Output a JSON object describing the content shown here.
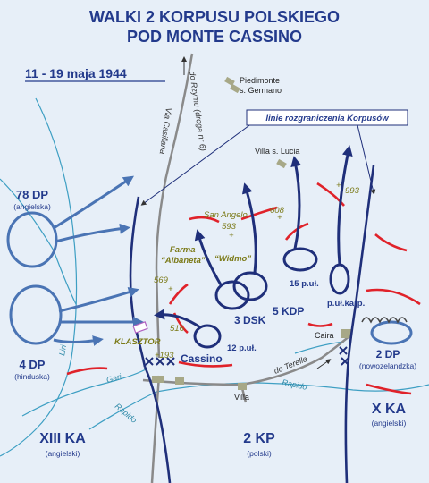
{
  "title": {
    "line1": "WALKI 2 KORPUSU POLSKIEGO",
    "line2": "POD MONTE CASSINO"
  },
  "dates": "11 - 19 maja 1944",
  "boundary_label": "linie rozgraniczenia Korpusów",
  "roads": {
    "rzym": "do Rzymu (droga nr 6)",
    "via_casiliana": "Via Casiliana",
    "terelle": "do Terelle"
  },
  "places": {
    "piedimonte_1": "Piedimonte",
    "piedimonte_2": "s. Germano",
    "villa_lucia": "Villa s. Lucia",
    "cassino": "Cassino",
    "caira": "Caira",
    "villa": "Villa",
    "klasztor": "KLASZTOR",
    "farma_1": "Farma",
    "farma_2": "“Albaneta”",
    "widmo": "“Widmo”"
  },
  "hills": {
    "san_angelo": "San Angelo",
    "h593": "593",
    "h608": "608",
    "h993": "993",
    "h569": "569",
    "h516": "516",
    "h193": "+193"
  },
  "units": {
    "dp78": "78 DP",
    "dp78_sub": "(angielska)",
    "dp4": "4 DP",
    "dp4_sub": "(hinduska)",
    "dsk3": "3 DSK",
    "kdp5": "5 KDP",
    "pul15": "15 p.uł.",
    "pulkarp": "p.uł.karp.",
    "pul12": "12 p.uł.",
    "dp2": "2 DP",
    "dp2_sub": "(nowozelandzka)",
    "xka": "X KA",
    "xka_sub": "(angielski)",
    "xiiika": "XIII KA",
    "xiiika_sub": "(angielski)",
    "kp2": "2 KP",
    "kp2_sub": "(polski)"
  },
  "rivers": {
    "liri": "Liri",
    "gari": "Gari",
    "rapido_1": "Rapido",
    "rapido_2": "Rapido"
  },
  "colors": {
    "background": "#e7eff8",
    "navy": "#1f2f7a",
    "light_arrow": "#4a74b4",
    "front_line": "#e0222a",
    "river": "#3e9fc3",
    "road": "#8a8a8a",
    "hill_text": "#7b7a18"
  }
}
